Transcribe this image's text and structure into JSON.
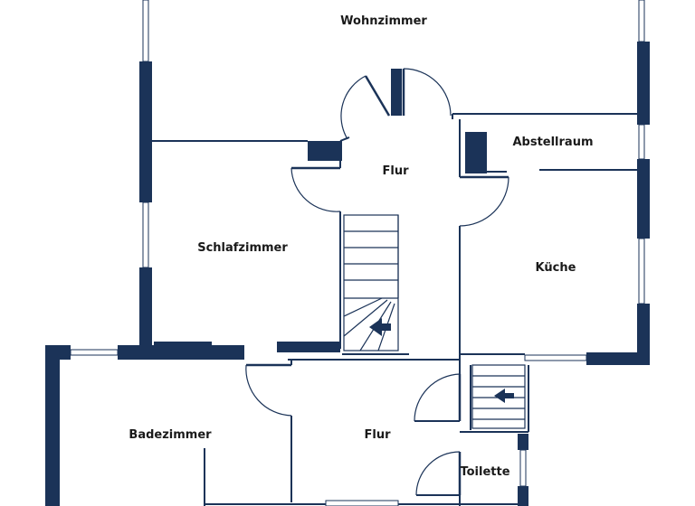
{
  "colors": {
    "wall": "#1b3358",
    "background": "#ffffff",
    "label": "#1a1a1a"
  },
  "rooms": {
    "wohnzimmer": "Wohnzimmer",
    "abstellraum": "Abstellraum",
    "flur_upper": "Flur",
    "schlafzimmer": "Schlafzimmer",
    "kueche": "Küche",
    "badezimmer": "Badezimmer",
    "flur_lower": "Flur",
    "toilette": "Toilette"
  },
  "icons": {
    "stair_arrow": "arrow-left-icon"
  }
}
